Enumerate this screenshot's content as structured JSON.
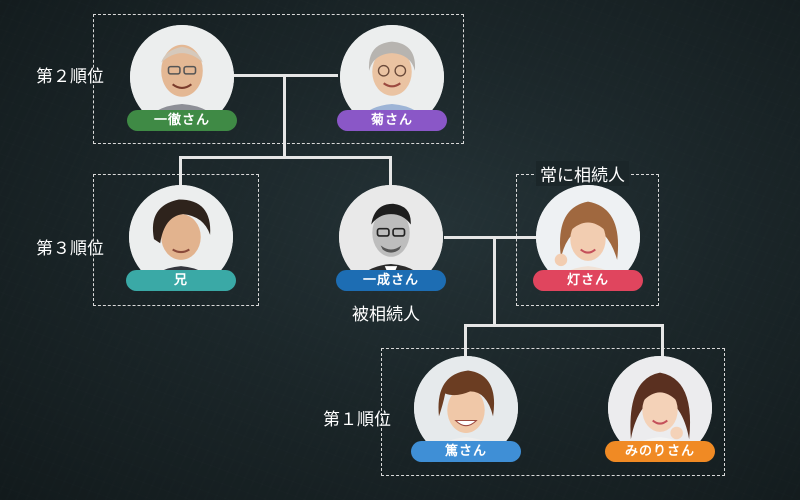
{
  "labels": {
    "rank2": "第２順位",
    "rank3": "第３順位",
    "rank1": "第１順位",
    "spouse_note": "常に相続人",
    "decedent": "被相続人"
  },
  "people": {
    "grandfather": {
      "name": "一徹さん",
      "color": "#3f8a45"
    },
    "grandmother": {
      "name": "菊さん",
      "color": "#8a57c7"
    },
    "brother": {
      "name": "兄",
      "color": "#3aa9a6"
    },
    "decedent": {
      "name": "一成さん",
      "color": "#1d6db3"
    },
    "spouse": {
      "name": "灯さん",
      "color": "#e0455e"
    },
    "son": {
      "name": "篤さん",
      "color": "#3f8fd6"
    },
    "daughter": {
      "name": "みのりさん",
      "color": "#f08a24"
    }
  },
  "colors": {
    "background": "#1b2629",
    "lines": "#e6e6e6",
    "text": "#ffffff"
  }
}
